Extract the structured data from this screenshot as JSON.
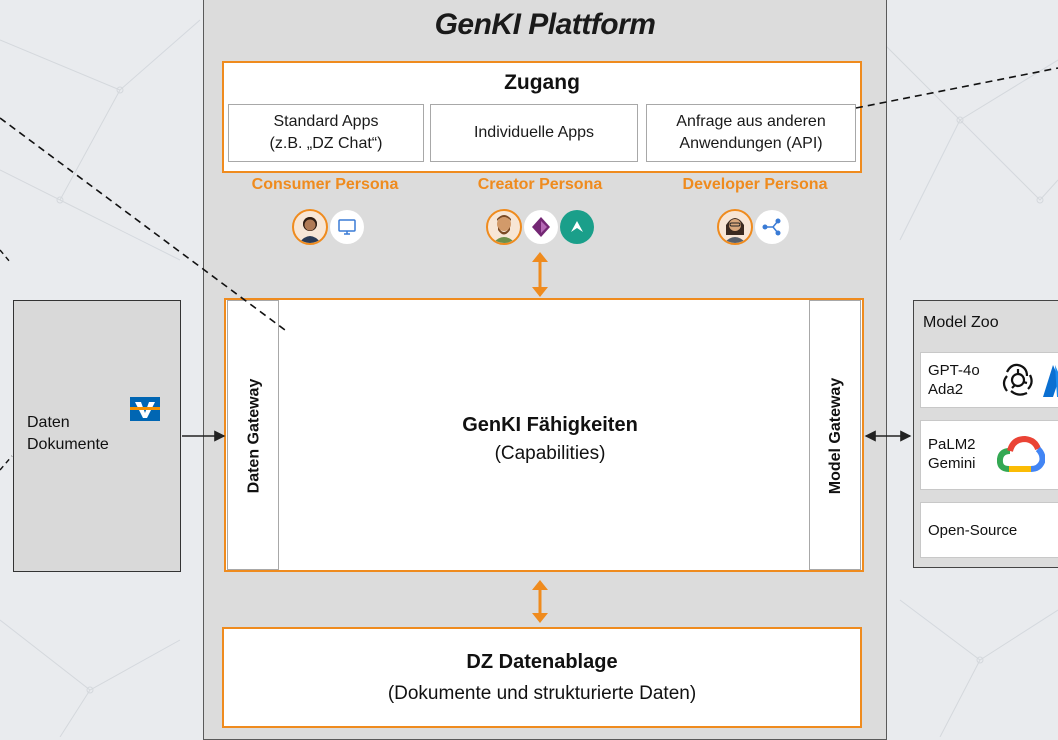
{
  "platform": {
    "title": "GenKI Plattform"
  },
  "zugang": {
    "title": "Zugang",
    "boxes": [
      {
        "line1": "Standard Apps",
        "line2": "(z.B. „DZ Chat“)"
      },
      {
        "line1": "Individuelle Apps",
        "line2": ""
      },
      {
        "line1": "Anfrage aus anderen",
        "line2": "Anwendungen (API)"
      }
    ]
  },
  "personas": [
    {
      "label": "Consumer Persona"
    },
    {
      "label": "Creator Persona"
    },
    {
      "label": "Developer Persona"
    }
  ],
  "capabilities": {
    "title": "GenKI Fähigkeiten",
    "subtitle": "(Capabilities)",
    "left_gateway": "Daten Gateway",
    "right_gateway": "Model Gateway"
  },
  "storage": {
    "title": "DZ Datenablage",
    "subtitle": "(Dokumente und strukturierte Daten)"
  },
  "source": {
    "line1": "Daten",
    "line2": "Dokumente",
    "logo_icon": "volksbank-logo-icon"
  },
  "model_zoo": {
    "title": "Model Zoo",
    "items": [
      {
        "line1": "GPT-4o",
        "line2": "Ada2",
        "icons": [
          "openai-icon",
          "azure-icon"
        ]
      },
      {
        "line1": "PaLM2",
        "line2": "Gemini",
        "icons": [
          "google-cloud-icon"
        ]
      },
      {
        "line1": "Open-Source",
        "line2": "",
        "icons": []
      }
    ]
  },
  "colors": {
    "accent": "#ef8b1e",
    "platform_bg": "#dcdcdc",
    "border": "#5a5a5a"
  }
}
